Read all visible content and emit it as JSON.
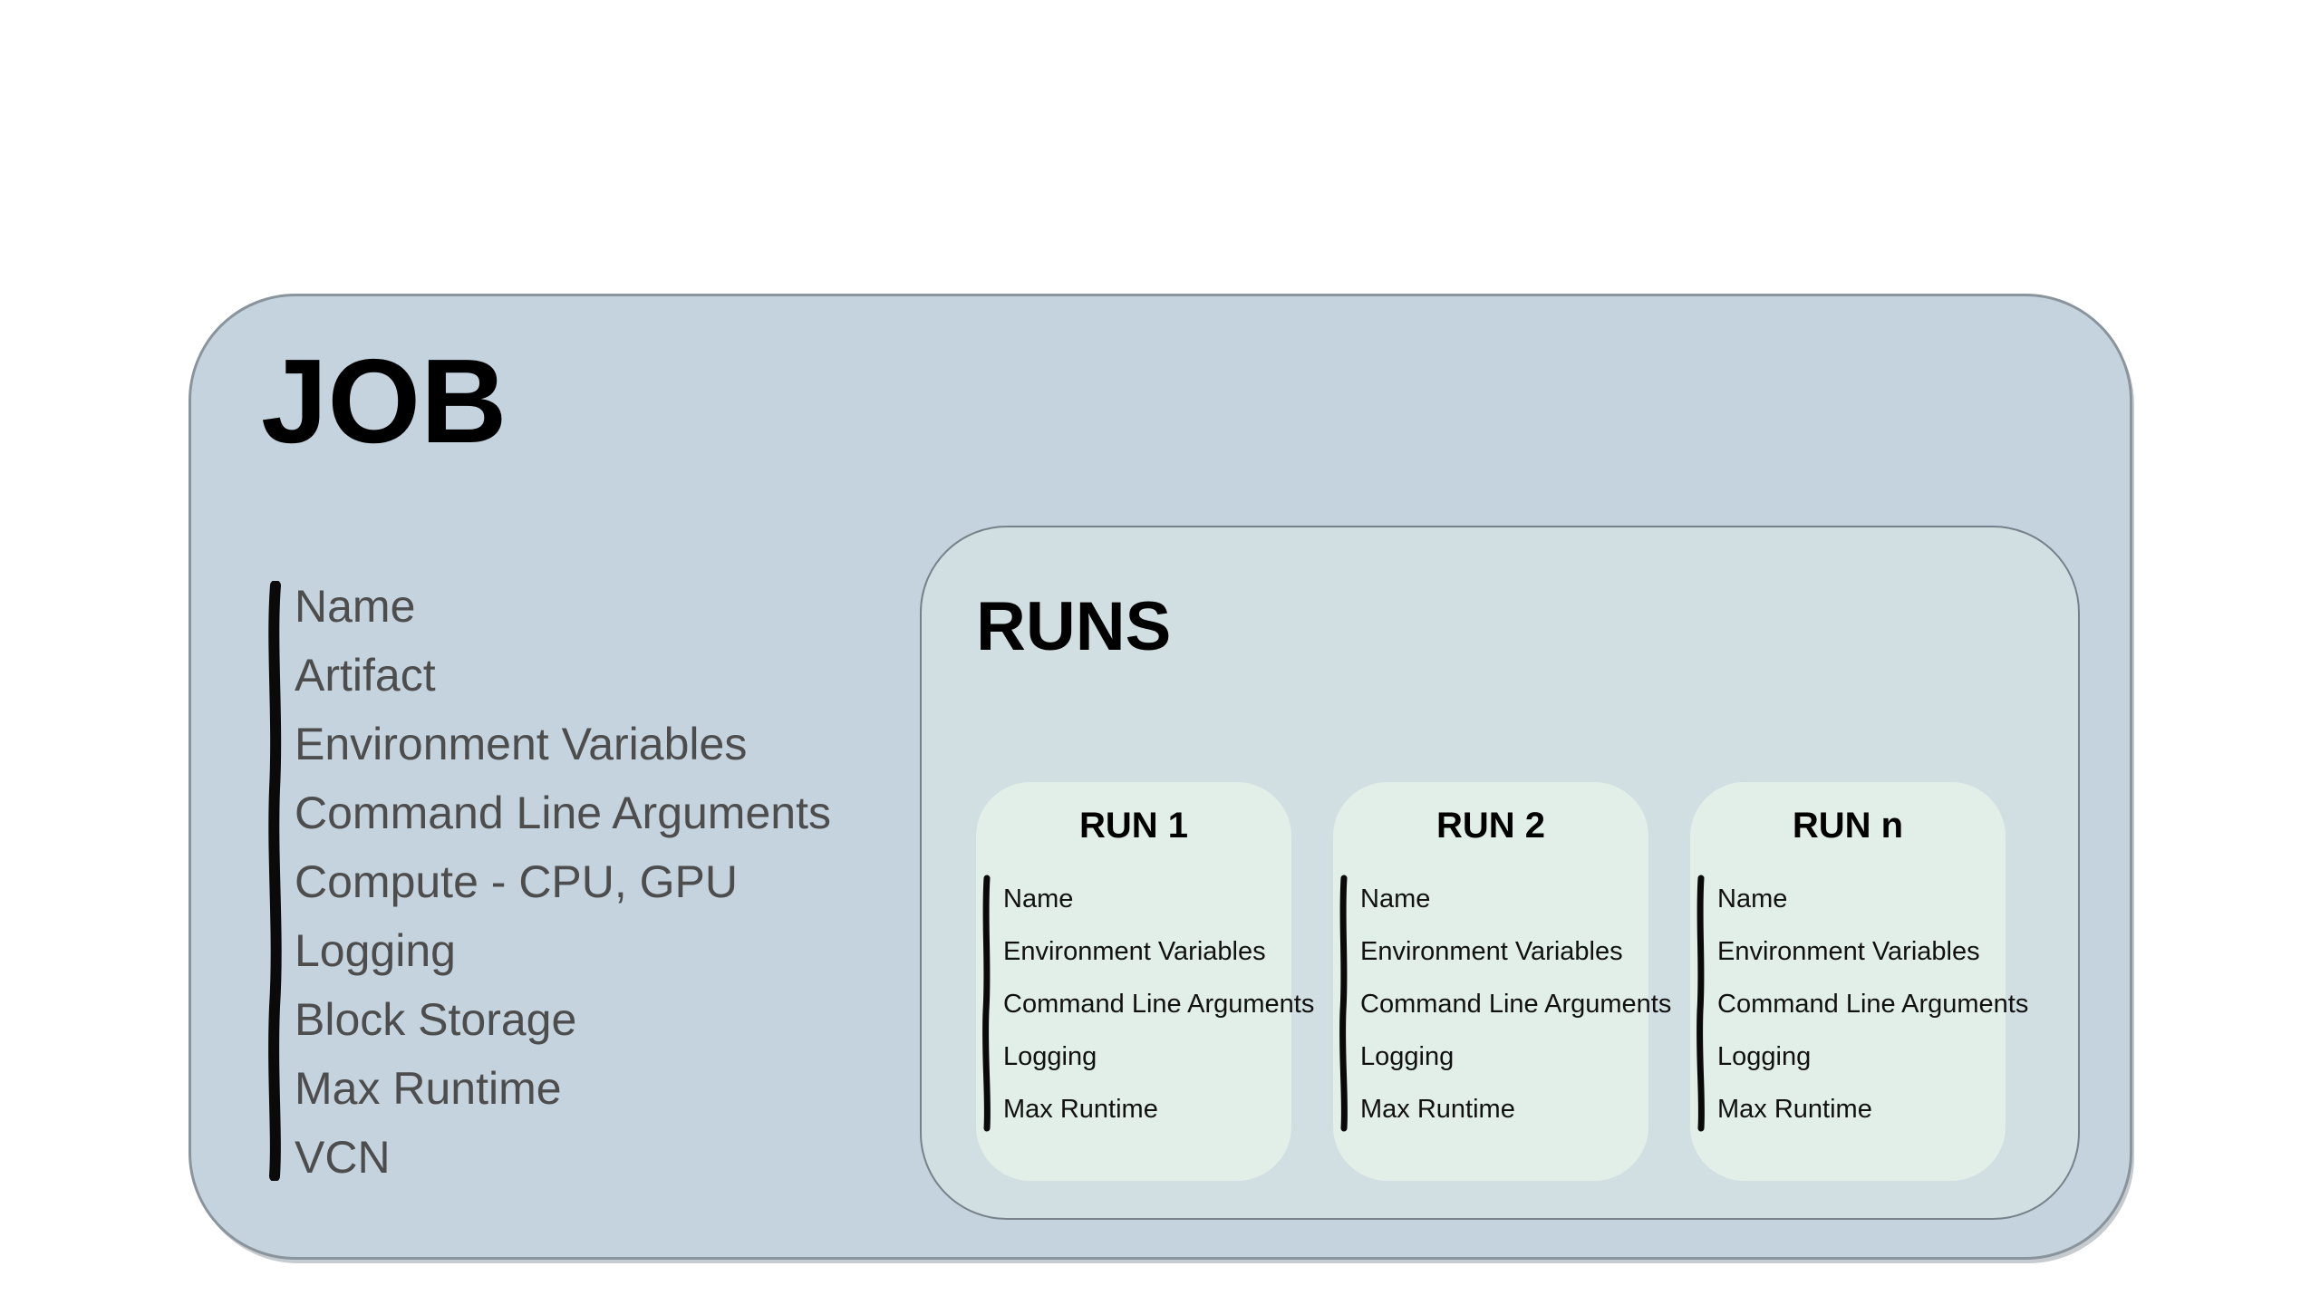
{
  "colors": {
    "page-bg": "#ffffff",
    "job-fill": "#c5d3de",
    "job-border": "#8a949d",
    "runs-fill": "#d2dfe2",
    "runs-border": "#76818a",
    "card-fill": "#e2efe9",
    "title-text": "#000000",
    "job-item-text": "#4d4d4d",
    "card-item-text": "#111111",
    "line-color": "#0a0a0a"
  },
  "job": {
    "title": "JOB",
    "items": [
      "Name",
      "Artifact",
      "Environment Variables",
      "Command Line Arguments",
      "Compute - CPU, GPU",
      "Logging",
      "Block Storage",
      "Max Runtime",
      "VCN"
    ]
  },
  "runs": {
    "title": "RUNS",
    "cards": [
      {
        "title": "RUN 1",
        "items": [
          "Name",
          "Environment Variables",
          "Command Line Arguments",
          "Logging",
          "Max Runtime"
        ]
      },
      {
        "title": "RUN 2",
        "items": [
          "Name",
          "Environment Variables",
          "Command Line Arguments",
          "Logging",
          "Max Runtime"
        ]
      },
      {
        "title": "RUN n",
        "items": [
          "Name",
          "Environment Variables",
          "Command Line Arguments",
          "Logging",
          "Max Runtime"
        ]
      }
    ]
  }
}
